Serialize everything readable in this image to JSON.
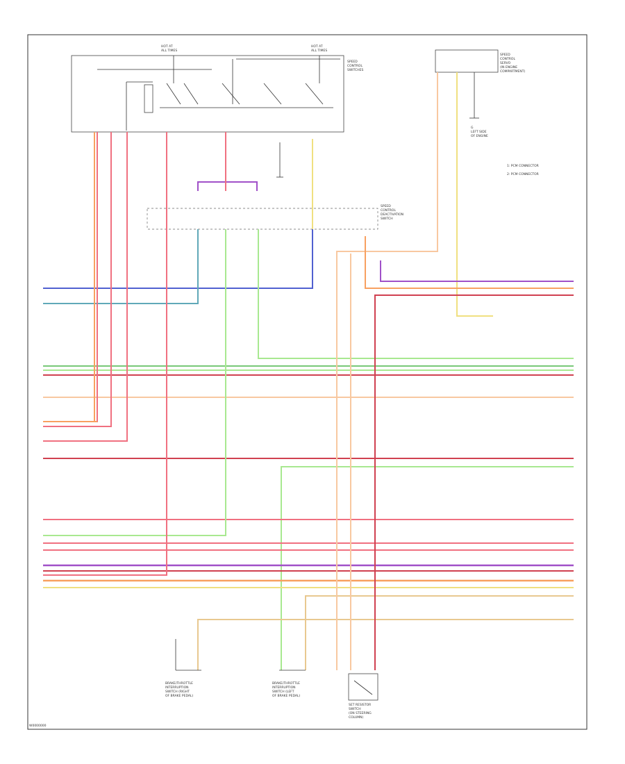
{
  "diagram": {
    "footer_code": "W0000000"
  },
  "colors": {
    "blue": "#5060d0",
    "teal": "#60a8b8",
    "green": "#78c878",
    "lightgreen": "#a8e890",
    "red": "#d04050",
    "pink": "#f07080",
    "orange": "#f8a060",
    "lightorange": "#f8c8a0",
    "violet": "#a050c8",
    "yellow": "#f0e080",
    "tan": "#e8c890",
    "gray": "#999999",
    "black": "#333333"
  },
  "components": {
    "bottom_left_label": [
      "BRAKE/THROTTLE",
      "INTERRUPTION",
      "SWITCH (RIGHT",
      "OF BRAKE PEDAL)"
    ],
    "bottom_mid_label": [
      "BRAKE/THROTTLE",
      "INTERRUPTION",
      "SWITCH (LEFT",
      "OF BRAKE PEDAL)"
    ],
    "bottom_right_label": [
      "SET RESISTOR",
      "SWITCH",
      "(ON STEERING",
      "COLUMN)"
    ],
    "top_right_module": [
      "SPEED",
      "CONTROL",
      "SERVO",
      "(IN ENGINE",
      "COMPARTMENT)"
    ],
    "ground_label": [
      "G",
      "LEFT SIDE",
      "OF ENGINE"
    ],
    "legend": [
      "1: PCM CONNECTOR",
      "2: PCM CONNECTOR"
    ]
  }
}
